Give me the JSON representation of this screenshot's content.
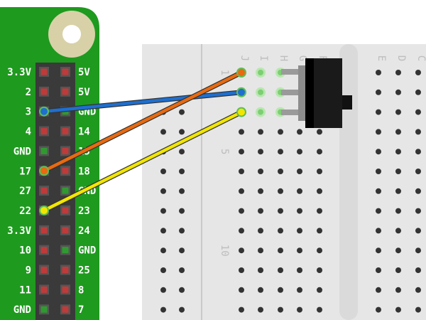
{
  "colors": {
    "pcb": "#1e9a1e",
    "header": "#3a3a3a",
    "pin_default": "#c03a3a",
    "pin_ground": "#2f9a2f",
    "mount_hole_ring": "#d8d1a8",
    "breadboard": "#e6e6e6",
    "breadboard_rail": "#dadada",
    "hole": "#333333",
    "hole_active": "#7ccf72",
    "wire_blue": "#1e6fd0",
    "wire_orange": "#e96a10",
    "wire_yellow": "#f2e600",
    "switch_body": "#1a1a1a"
  },
  "pi_header": {
    "rows": [
      {
        "left": "3.3V",
        "right": "5V",
        "left_pin": "power",
        "right_pin": "power"
      },
      {
        "left": "2",
        "right": "5V",
        "left_pin": "gpio",
        "right_pin": "power"
      },
      {
        "left": "3",
        "right": "GND",
        "left_pin": "gpio",
        "right_pin": "ground"
      },
      {
        "left": "4",
        "right": "14",
        "left_pin": "gpio",
        "right_pin": "gpio"
      },
      {
        "left": "GND",
        "right": "15",
        "left_pin": "ground",
        "right_pin": "gpio"
      },
      {
        "left": "17",
        "right": "18",
        "left_pin": "gpio",
        "right_pin": "gpio"
      },
      {
        "left": "27",
        "right": "GND",
        "left_pin": "gpio",
        "right_pin": "ground"
      },
      {
        "left": "22",
        "right": "23",
        "left_pin": "gpio",
        "right_pin": "gpio"
      },
      {
        "left": "3.3V",
        "right": "24",
        "left_pin": "power",
        "right_pin": "gpio"
      },
      {
        "left": "10",
        "right": "GND",
        "left_pin": "gpio",
        "right_pin": "ground"
      },
      {
        "left": "9",
        "right": "25",
        "left_pin": "gpio",
        "right_pin": "gpio"
      },
      {
        "left": "11",
        "right": "8",
        "left_pin": "gpio",
        "right_pin": "gpio"
      },
      {
        "left": "GND",
        "right": "7",
        "left_pin": "ground",
        "right_pin": "gpio"
      }
    ]
  },
  "breadboard": {
    "column_letters": [
      "J",
      "I",
      "H",
      "G",
      "F",
      "E",
      "D",
      "C"
    ],
    "row_numbers": [
      "1",
      "5",
      "10"
    ]
  },
  "wires": [
    {
      "name": "blue",
      "from_pin": "3",
      "to_hole": "J2"
    },
    {
      "name": "orange",
      "from_pin": "17",
      "to_hole": "J1"
    },
    {
      "name": "yellow",
      "from_pin": "22",
      "to_hole": "J3"
    }
  ],
  "component": {
    "type": "slide-switch",
    "pins": 3
  }
}
